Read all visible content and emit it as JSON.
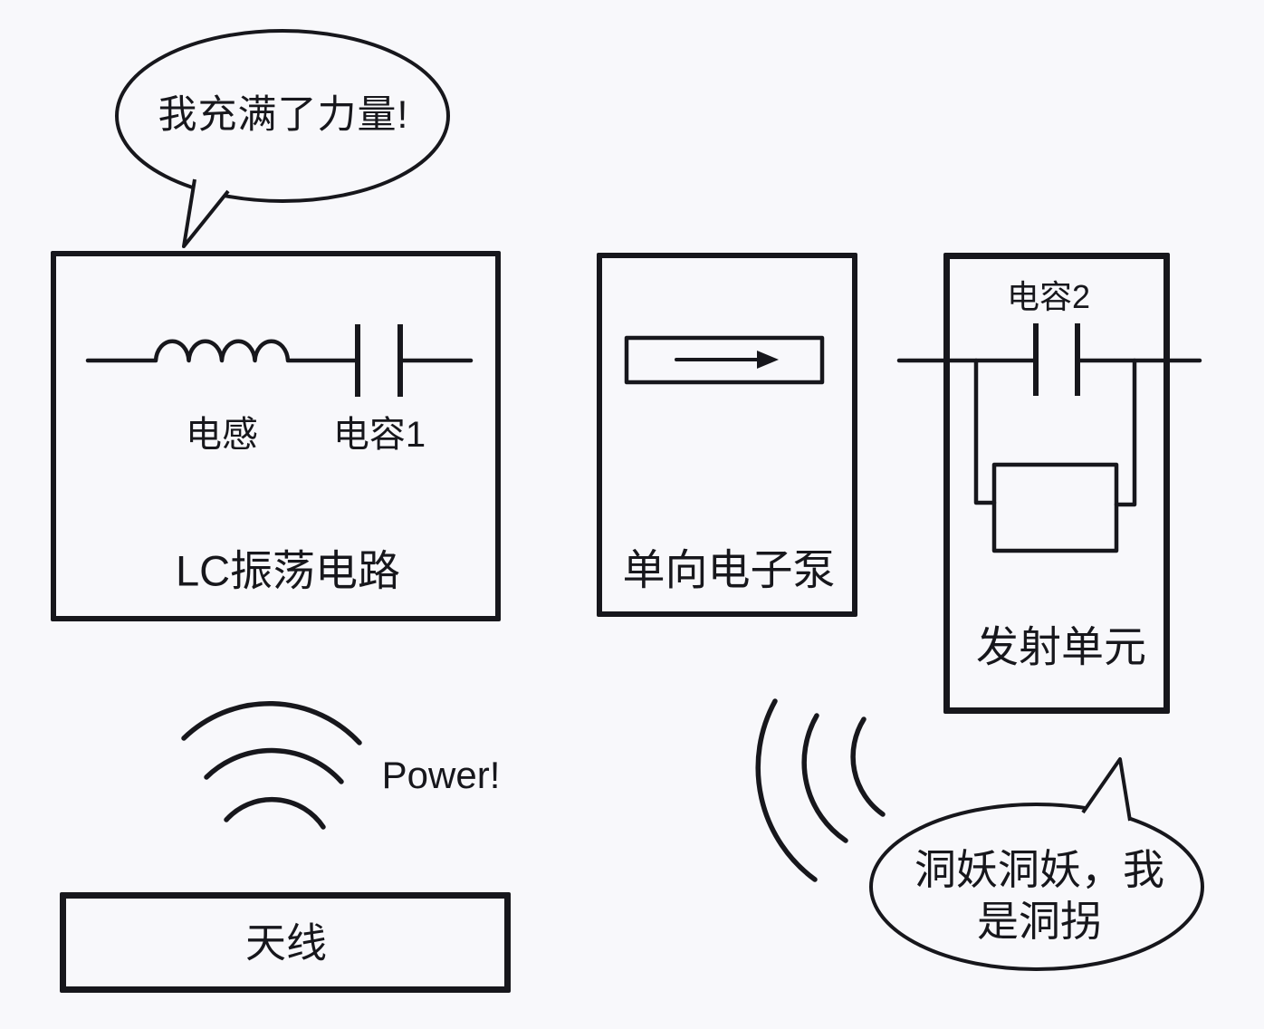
{
  "scene": {
    "background_color": "#f8f8fb",
    "ink_color": "#17171c"
  },
  "speech_bubbles": {
    "top": {
      "text": "我充满了力量!"
    },
    "bottom": {
      "line1": "洞妖洞妖，我",
      "line2": "是洞拐"
    }
  },
  "boxes": {
    "lc_oscillator": {
      "title": "LC振荡电路",
      "inductor_label": "电感",
      "capacitor_label": "电容1"
    },
    "electron_pump": {
      "title": "单向电子泵"
    },
    "transmitter": {
      "title": "发射单元",
      "capacitor_label": "电容2"
    },
    "antenna": {
      "title": "天线"
    }
  },
  "annotations": {
    "power_label": "Power!"
  }
}
